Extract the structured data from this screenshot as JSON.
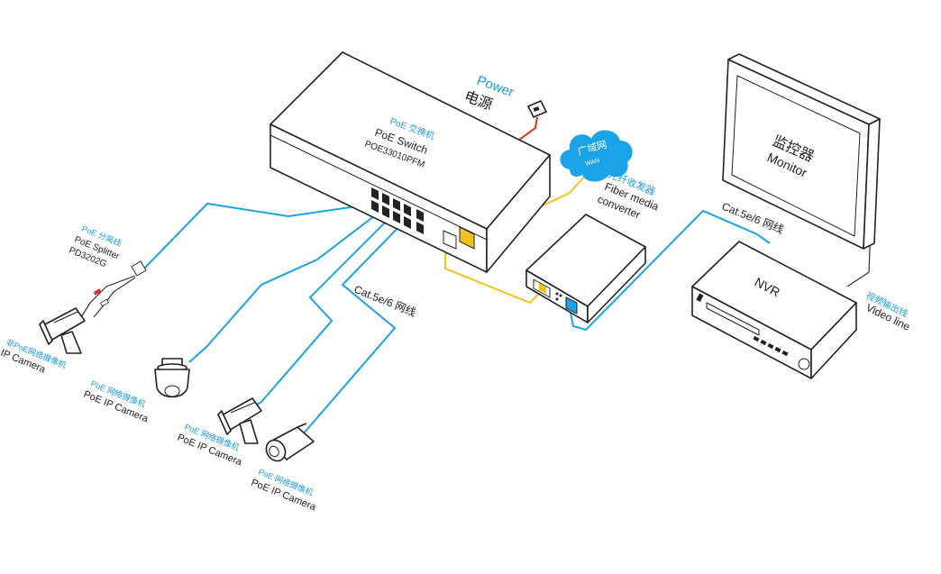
{
  "colors": {
    "network_cable": "#1aa3e6",
    "fiber_cable": "#f2c21b",
    "power_cable": "#e0321c",
    "label_accent": "#1a9be0",
    "outline": "#222222"
  },
  "power": {
    "label_en": "Power",
    "label_zh": "电源"
  },
  "switch": {
    "label_zh": "PoE 交换机",
    "label_en": "PoE  Switch",
    "model": "POE33010PFM"
  },
  "wan": {
    "label_zh": "广域网",
    "label_en": "WAN",
    "icon": "cloud-icon"
  },
  "fiber_converter": {
    "label_zh": "光纤收发器",
    "label_en_line1": "Fiber media",
    "label_en_line2": "converter"
  },
  "monitor": {
    "label_zh": "监控器",
    "label_en": "Monitor"
  },
  "nvr": {
    "label": "NVR"
  },
  "video_line": {
    "label_zh": "视频输出线",
    "label_en": "Video line"
  },
  "cable_labels": {
    "nvr_cable": "Cat.5e/6 网线",
    "camera_cable": "Cat.5e/6 网线"
  },
  "splitter": {
    "label_zh": "PoE 分离线",
    "label_en": "PoE Splitter",
    "model": "PD3202G"
  },
  "cameras": [
    {
      "label_zh": "非PoE网络摄像机",
      "label_en": "IP Camera",
      "icon": "bullet-camera-icon"
    },
    {
      "label_zh": "PoE 网络摄像机",
      "label_en": "PoE IP Camera",
      "icon": "dome-camera-icon"
    },
    {
      "label_zh": "PoE 网络摄像机",
      "label_en": "PoE IP Camera",
      "icon": "box-camera-icon"
    },
    {
      "label_zh": "PoE 网络摄像机",
      "label_en": "PoE IP Camera",
      "icon": "bullet-camera-icon"
    }
  ]
}
